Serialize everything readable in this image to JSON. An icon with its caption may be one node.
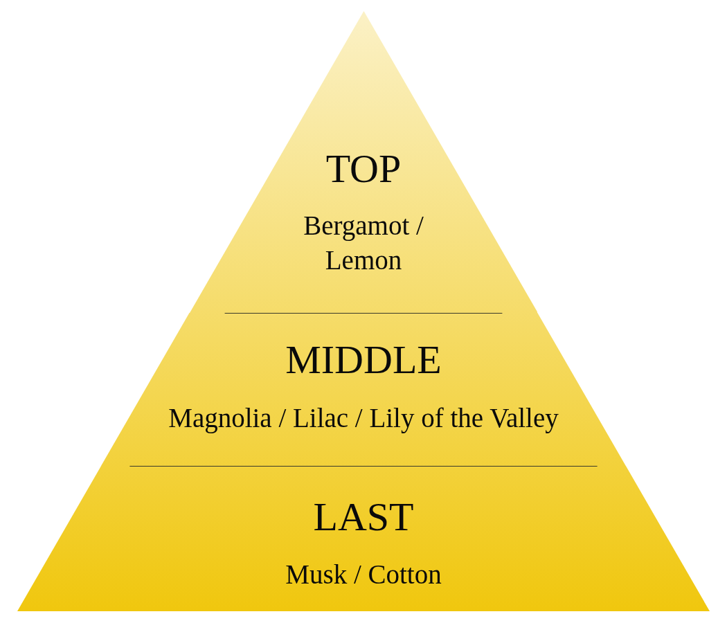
{
  "diagram": {
    "nodes": [
      {
        "text": [
          "TOP",
          "Bergamot / Lemon"
        ]
      },
      {
        "text": [
          "MIDDLE",
          "Magnolia / Lilac / Lily of the Valley"
        ]
      },
      {
        "text": [
          "LAST",
          "Musk / Cotton"
        ]
      }
    ]
  }
}
